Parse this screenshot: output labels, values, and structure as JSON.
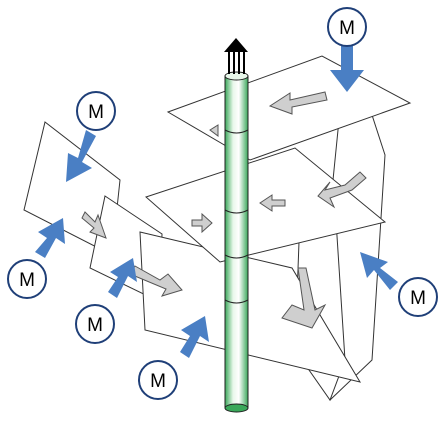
{
  "colors": {
    "sheet_stroke": "#333333",
    "sheet_fill": "#ffffff",
    "pole_light": "#e8f7ea",
    "pole_dark": "#3aa85a",
    "pole_stroke": "#222222",
    "blue_arrow": "#4a7fc4",
    "gray_arrow_fill": "#cfcfcf",
    "gray_arrow_stroke": "#555555",
    "circle_stroke": "#1f3f78",
    "label_text": "#000000"
  },
  "labels": [
    {
      "id": "m1",
      "text": "M"
    },
    {
      "id": "m2",
      "text": "M"
    },
    {
      "id": "m3",
      "text": "M"
    },
    {
      "id": "m4",
      "text": "M"
    },
    {
      "id": "m5",
      "text": "M"
    },
    {
      "id": "m6",
      "text": "M"
    }
  ],
  "icons": {
    "top_arrows": "upward-arrow-bundle-icon",
    "blue": "blue-force-arrow-icon",
    "gray": "gray-flow-arrow-icon"
  }
}
